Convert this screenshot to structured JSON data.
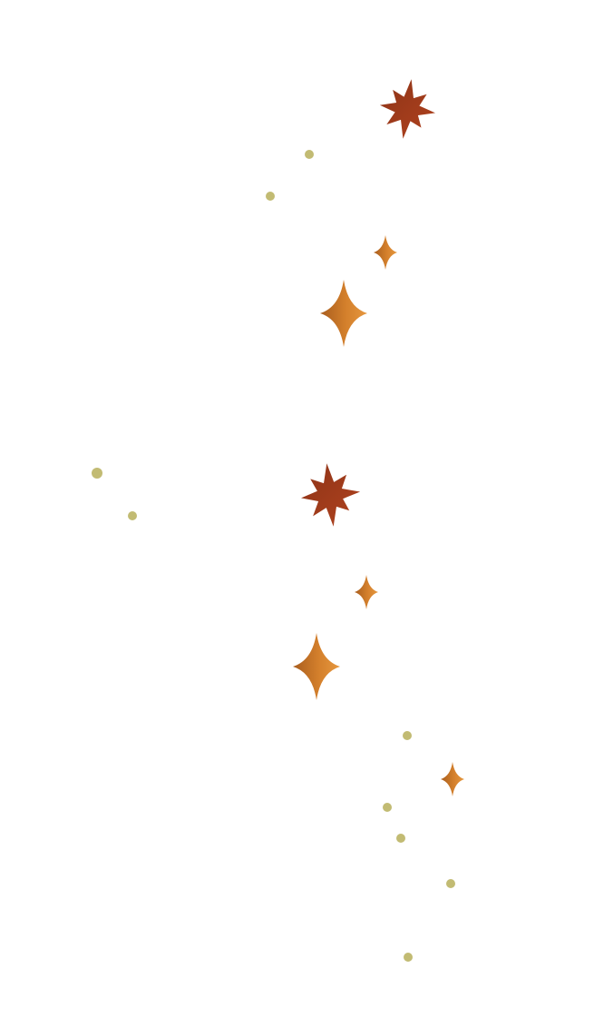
{
  "palette": {
    "background": "#ffffff",
    "burst_star": "#8e3418",
    "burst_star_light": "#b0421e",
    "sparkle": "#d4802c",
    "sparkle_light": "#e6983f",
    "sparkle_shadow": "#a85d1e",
    "dot": "#c2bb73"
  },
  "elements": [
    {
      "kind": "burst-star",
      "name": "burst-star-top-icon"
    },
    {
      "kind": "dot",
      "name": "dot"
    },
    {
      "kind": "dot",
      "name": "dot"
    },
    {
      "kind": "sparkle-small",
      "name": "sparkle-small-icon"
    },
    {
      "kind": "sparkle-large",
      "name": "sparkle-large-icon"
    },
    {
      "kind": "dot",
      "name": "dot"
    },
    {
      "kind": "dot",
      "name": "dot"
    },
    {
      "kind": "burst-star",
      "name": "burst-star-middle-icon"
    },
    {
      "kind": "sparkle-small",
      "name": "sparkle-small-icon"
    },
    {
      "kind": "sparkle-large",
      "name": "sparkle-large-icon"
    },
    {
      "kind": "dot",
      "name": "dot"
    },
    {
      "kind": "sparkle-small",
      "name": "sparkle-small-icon"
    },
    {
      "kind": "dot",
      "name": "dot"
    },
    {
      "kind": "dot",
      "name": "dot"
    },
    {
      "kind": "dot",
      "name": "dot"
    },
    {
      "kind": "dot",
      "name": "dot"
    }
  ]
}
